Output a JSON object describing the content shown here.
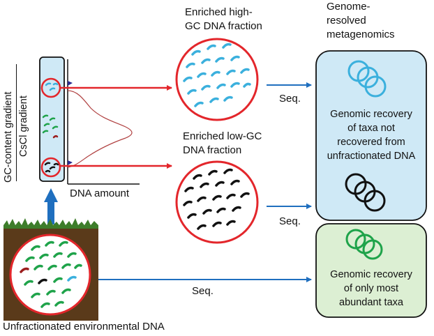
{
  "labels": {
    "gc_gradient": "GC-content gradient",
    "cscl_gradient": "CsCl gradient",
    "dna_amount": "DNA amount",
    "high_gc_line1": "Enriched high-",
    "high_gc_line2": "GC DNA fraction",
    "low_gc_line1": "Enriched low-GC",
    "low_gc_line2": "DNA fraction",
    "genome_line1": "Genome-",
    "genome_line2": "resolved",
    "genome_line3": "metagenomics",
    "seq_high": "Seq.",
    "seq_low": "Seq.",
    "seq_bottom": "Seq.",
    "blue_box_line1": "Genomic recovery",
    "blue_box_line2": "of taxa not",
    "blue_box_line3": "recovered from",
    "blue_box_line4": "unfractionated DNA",
    "green_box_line1": "Genomic recovery",
    "green_box_line2": "of only most",
    "green_box_line3": "abundant taxa",
    "bottom_caption": "Unfractionated environmental DNA"
  },
  "colors": {
    "red": "#e3262b",
    "blue_arrow": "#1f6fbf",
    "light_blue_box": "#cfe9f6",
    "light_green_box": "#dcefd3",
    "cyan_fragment": "#3bb0dd",
    "green_fragment": "#1fa34a",
    "dark_red_fragment": "#9b1c1c",
    "black_fragment": "#111111",
    "soil": "#5a3a1a",
    "grass": "#3d7d2a"
  }
}
